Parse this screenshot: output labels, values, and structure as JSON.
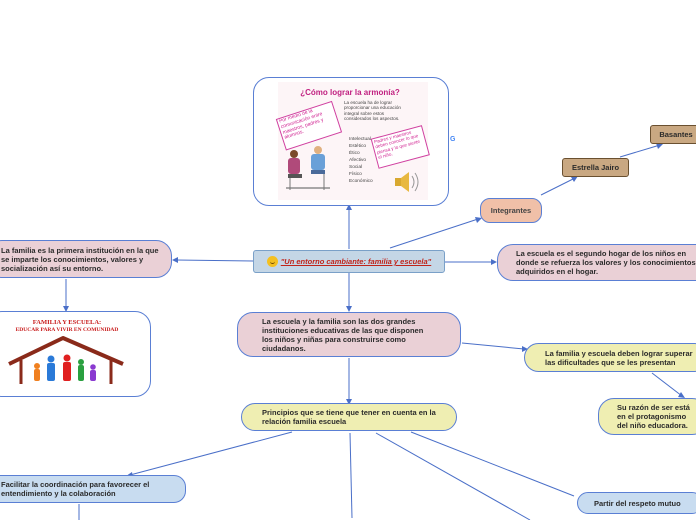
{
  "center": {
    "label": "\"Un entorno cambiante: familia y escuela\""
  },
  "nodes": {
    "left_top": "La familia es la primera institución en la que se imparte los conocimientos, valores y socialización así su entorno.",
    "right_top": "La escuela es el segundo hogar de los niños en donde se refuerza los valores y los conocimientos adquiridos en el hogar.",
    "integrantes": "Integrantes",
    "estrella": "Estrella Jairo",
    "basantes": "Basantes",
    "middle": "La escuela y la familia son las dos grandes instituciones educativas de las que disponen los niños y niñas para construirse como ciudadanos.",
    "familia_escuela": "La familia y escuela deben lograr superar las dificultades que se les presentan",
    "su_razon": "Su razón de ser está en el protagonismo del niño educadora.",
    "principios": "Principios que se tiene que tener en cuenta en la relación familia escuela",
    "coordinacion": "Facilitar la coordinación para favorecer el entendimiento y la colaboración",
    "respeto": "Partir del respeto mutuo"
  },
  "harmony_image": {
    "title": "¿Cómo lograr la armonía?",
    "note_left": "Por medio de la comunicación entre maestros, padres y alumnos.",
    "note_right": "Padres y maestros deben conocer lo que piensa y lo que siente el niño.",
    "paragraph": "La escuela ha de lograr proporcionar una educación integral sobre estos considerados los aspectos.",
    "list": [
      "Intelectual",
      "Estético",
      "Ético",
      "Afectivo",
      "Social",
      "Físico",
      "Económico"
    ]
  },
  "family_image": {
    "title_line1": "FAMILIA Y ESCUELA:",
    "title_line2": "EDUCAR PARA VIVIR EN COMUNIDAD"
  },
  "colors": {
    "accent": "#5a7fd4",
    "pink": "#ead0d6",
    "yellow": "#efeeb2",
    "blue": "#c8dcf0",
    "tan": "#c9a882"
  }
}
